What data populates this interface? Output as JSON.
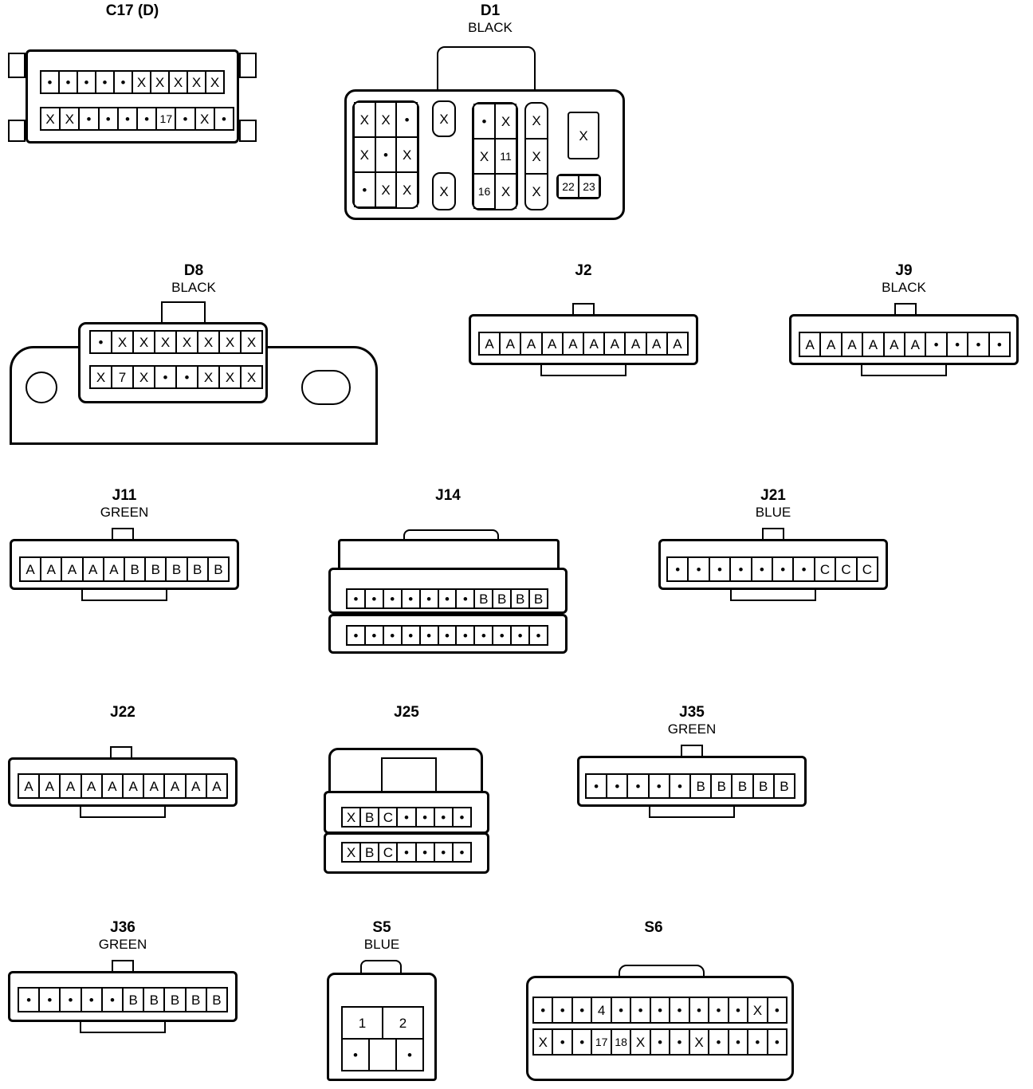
{
  "connectors": {
    "c17": {
      "code": "C17 (D)",
      "color": "",
      "rows": [
        [
          "•",
          "•",
          "•",
          "•",
          "•",
          "X",
          "X",
          "X",
          "X",
          "X"
        ],
        [
          "X",
          "X",
          "•",
          "•",
          "•",
          "•",
          "17",
          "•",
          "X",
          "•"
        ]
      ]
    },
    "d1": {
      "code": "D1",
      "color": "BLACK",
      "blockA": [
        "X",
        "X",
        "•",
        "X",
        "•",
        "X",
        "•",
        "X",
        "X"
      ],
      "blockB": [
        "X",
        "X"
      ],
      "blockC": [
        "•",
        "X",
        "X",
        "11",
        "16",
        "X"
      ],
      "blockD": [
        "X",
        "X",
        "X"
      ],
      "blockE": [
        "X"
      ],
      "blockF": [
        "22",
        "23"
      ]
    },
    "d8": {
      "code": "D8",
      "color": "BLACK",
      "rows": [
        [
          "•",
          "X",
          "X",
          "X",
          "X",
          "X",
          "X",
          "X"
        ],
        [
          "X",
          "7",
          "X",
          "•",
          "•",
          "X",
          "X",
          "X"
        ]
      ]
    },
    "j2": {
      "code": "J2",
      "color": "",
      "rows": [
        [
          "A",
          "A",
          "A",
          "A",
          "A",
          "A",
          "A",
          "A",
          "A",
          "A"
        ]
      ]
    },
    "j9": {
      "code": "J9",
      "color": "BLACK",
      "rows": [
        [
          "A",
          "A",
          "A",
          "A",
          "A",
          "A",
          "•",
          "•",
          "•",
          "•"
        ]
      ]
    },
    "j11": {
      "code": "J11",
      "color": "GREEN",
      "rows": [
        [
          "A",
          "A",
          "A",
          "A",
          "A",
          "B",
          "B",
          "B",
          "B",
          "B"
        ]
      ]
    },
    "j14": {
      "code": "J14",
      "color": "",
      "rows": [
        [
          "•",
          "•",
          "•",
          "•",
          "•",
          "•",
          "•",
          "B",
          "B",
          "B",
          "B"
        ],
        [
          "•",
          "•",
          "•",
          "•",
          "•",
          "•",
          "•",
          "•",
          "•",
          "•",
          "•"
        ]
      ]
    },
    "j21": {
      "code": "J21",
      "color": "BLUE",
      "rows": [
        [
          "•",
          "•",
          "•",
          "•",
          "•",
          "•",
          "•",
          "C",
          "C",
          "C"
        ]
      ]
    },
    "j22": {
      "code": "J22",
      "color": "",
      "rows": [
        [
          "A",
          "A",
          "A",
          "A",
          "A",
          "A",
          "A",
          "A",
          "A",
          "A"
        ]
      ]
    },
    "j25": {
      "code": "J25",
      "color": "",
      "rows": [
        [
          "X",
          "B",
          "C",
          "•",
          "•",
          "•",
          "•"
        ],
        [
          "X",
          "B",
          "C",
          "•",
          "•",
          "•",
          "•"
        ]
      ]
    },
    "j35": {
      "code": "J35",
      "color": "GREEN",
      "rows": [
        [
          "•",
          "•",
          "•",
          "•",
          "•",
          "B",
          "B",
          "B",
          "B",
          "B"
        ]
      ]
    },
    "j36": {
      "code": "J36",
      "color": "GREEN",
      "rows": [
        [
          "•",
          "•",
          "•",
          "•",
          "•",
          "B",
          "B",
          "B",
          "B",
          "B"
        ]
      ]
    },
    "s5": {
      "code": "S5",
      "color": "BLUE",
      "rows": [
        [
          "1",
          "2"
        ],
        [
          "•",
          "",
          "•"
        ]
      ]
    },
    "s6": {
      "code": "S6",
      "color": "",
      "rows": [
        [
          "•",
          "•",
          "•",
          "4",
          "•",
          "•",
          "•",
          "•",
          "•",
          "•",
          "•",
          "X",
          "•"
        ],
        [
          "X",
          "•",
          "•",
          "17",
          "18",
          "X",
          "•",
          "•",
          "X",
          "•",
          "•",
          "•",
          "•"
        ]
      ]
    }
  }
}
